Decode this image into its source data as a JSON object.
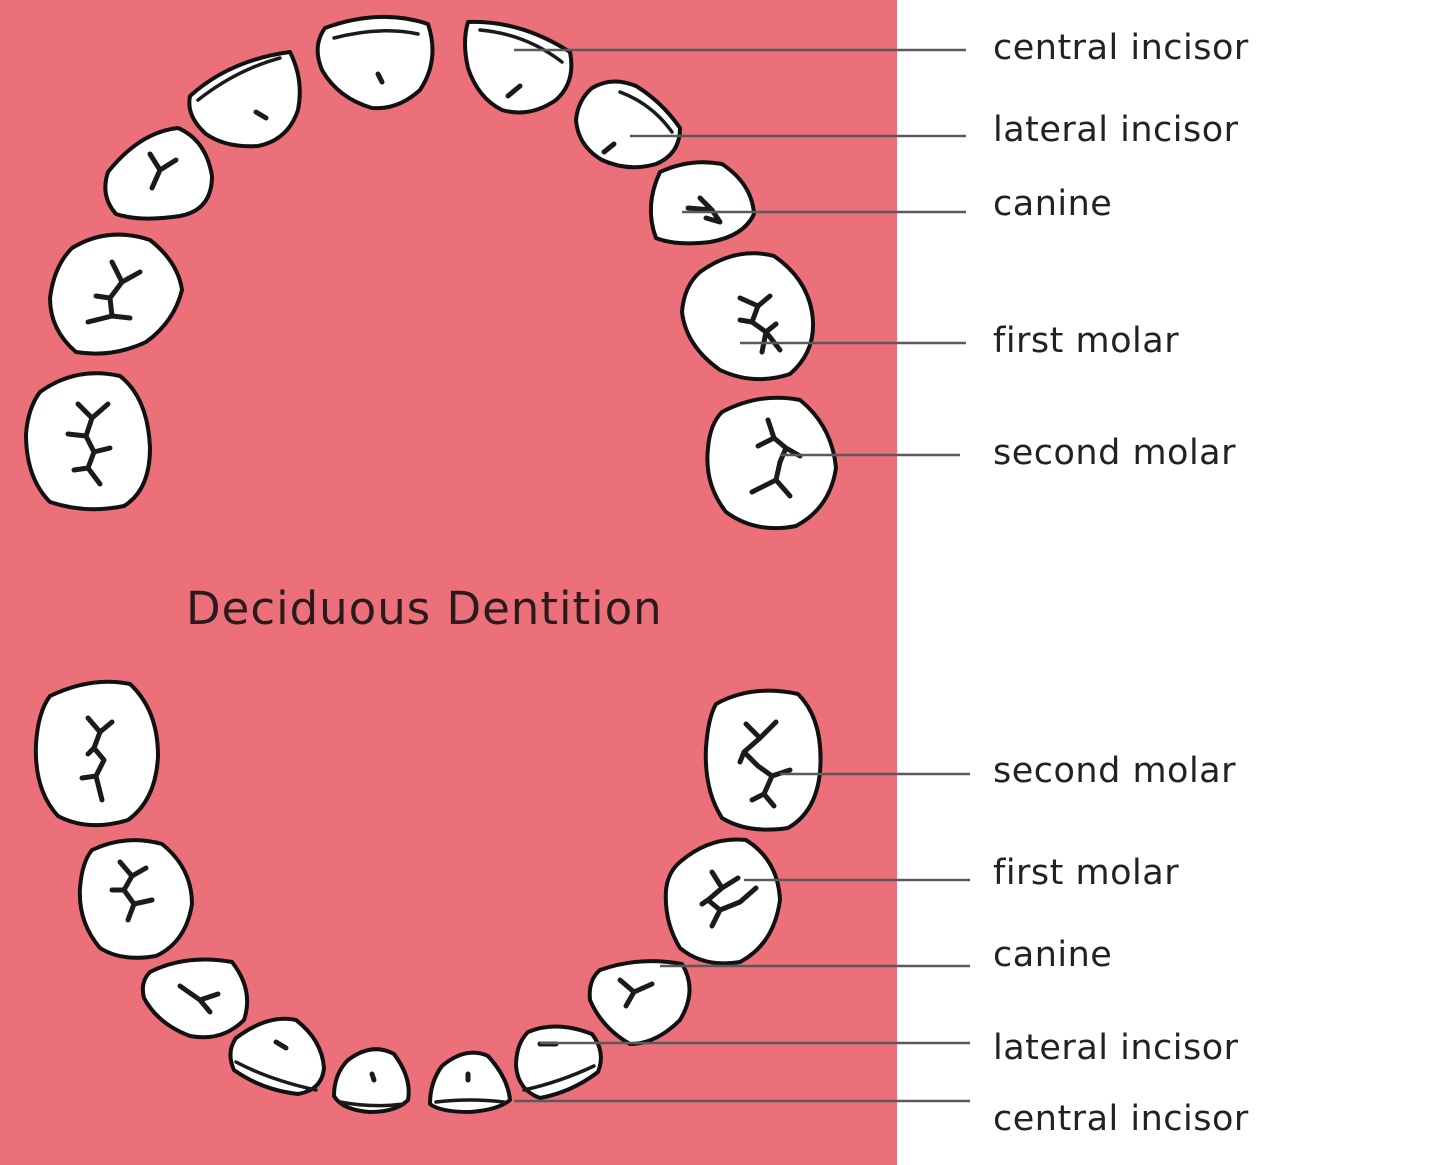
{
  "title": "Deciduous Dentition",
  "upper_labels": [
    "central incisor",
    "lateral incisor",
    "canine",
    "first molar",
    "second molar"
  ],
  "lower_labels": [
    "second molar",
    "first molar",
    "canine",
    "lateral incisor",
    "central incisor"
  ],
  "colors": {
    "background": "#ffffff",
    "gum": "#ec7079",
    "tooth_fill": "#ffffff",
    "outline": "#111111",
    "leader": "#5a5a5a"
  }
}
